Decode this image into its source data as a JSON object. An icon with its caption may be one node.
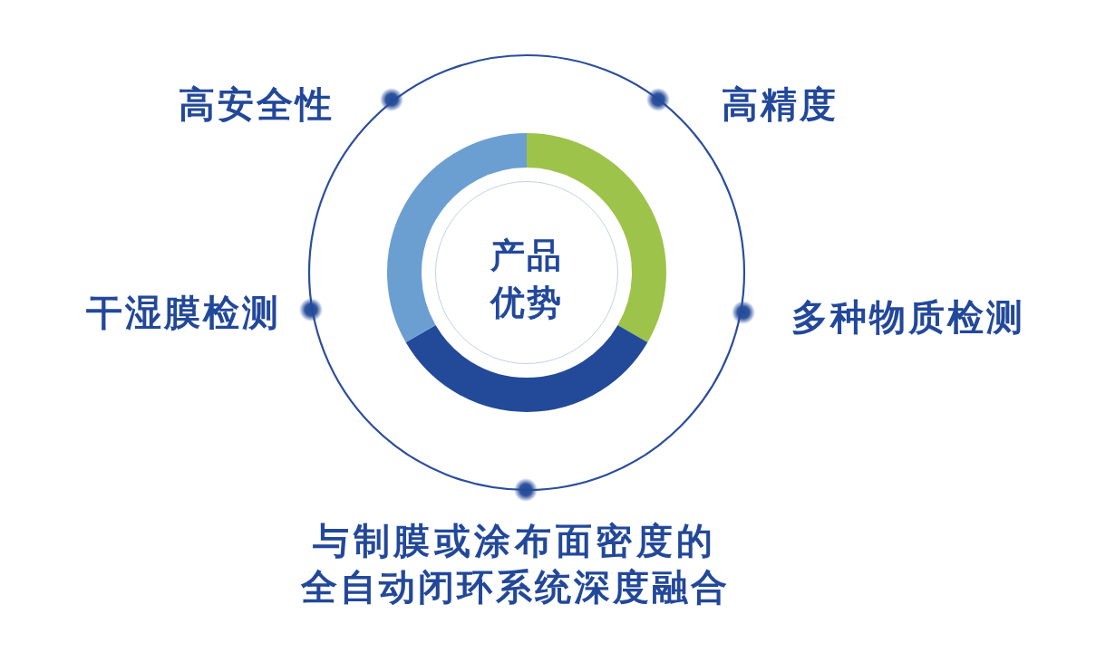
{
  "diagram": {
    "nodes": [
      {
        "text": [
          "产品优势"
        ]
      }
    ],
    "labels": [
      "高安全性",
      "高精度",
      "干湿膜检测",
      "多种物质检测",
      "与制膜或涂布面密度的全自动闭环系统深度融合"
    ]
  }
}
